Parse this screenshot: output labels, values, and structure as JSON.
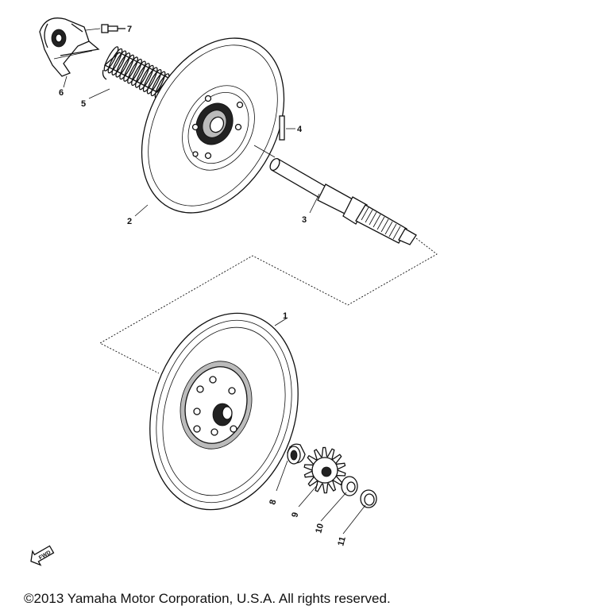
{
  "callouts": {
    "c1": "1",
    "c2": "2",
    "c3": "3",
    "c4": "4",
    "c5": "5",
    "c6": "6",
    "c7": "7",
    "c8": "8",
    "c9": "9",
    "c10": "10",
    "c11": "11"
  },
  "fwd_label": "FWD",
  "copyright": "©2013 Yamaha Motor Corporation, U.S.A. All rights reserved."
}
